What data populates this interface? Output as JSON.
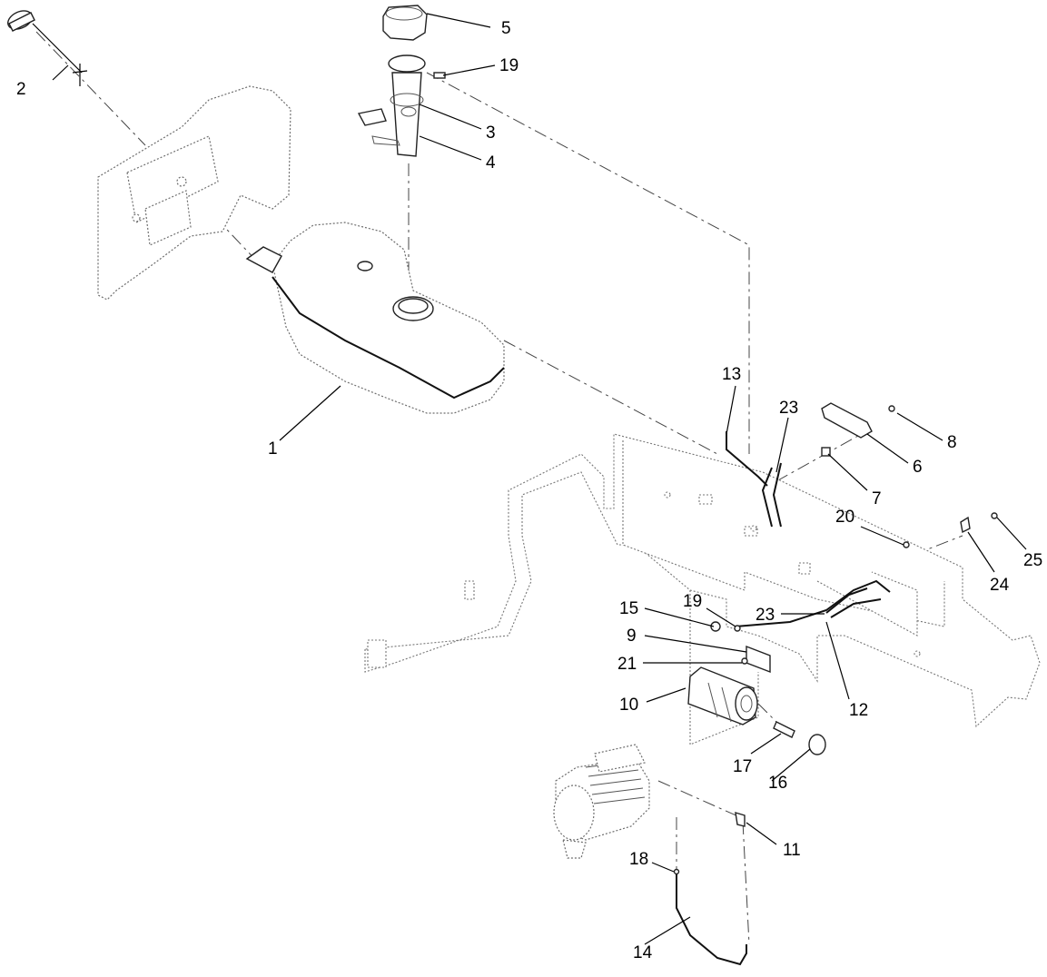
{
  "callouts": {
    "c1": "1",
    "c2": "2",
    "c3": "3",
    "c4": "4",
    "c5": "5",
    "c6": "6",
    "c7": "7",
    "c8": "8",
    "c9": "9",
    "c10": "10",
    "c11": "11",
    "c12": "12",
    "c13": "13",
    "c14": "14",
    "c15": "15",
    "c16": "16",
    "c17": "17",
    "c18": "18",
    "c19a": "19",
    "c19b": "19",
    "c20": "20",
    "c21": "21",
    "c23a": "23",
    "c23b": "23",
    "c24": "24",
    "c25": "25"
  }
}
